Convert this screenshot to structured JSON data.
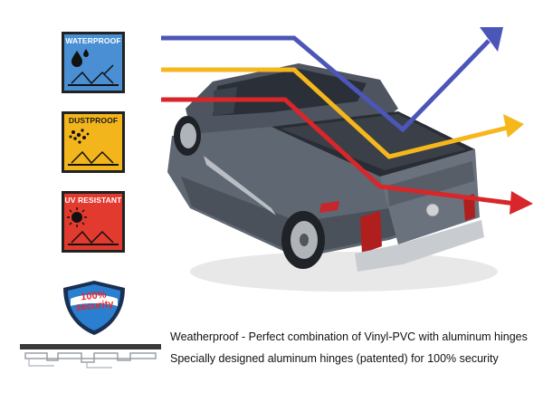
{
  "badges": [
    {
      "label": "WATERPROOF",
      "color": "#4a8fd4",
      "icon": "water-drops-icon"
    },
    {
      "label": "DUSTPROOF",
      "color": "#f2b51c",
      "icon": "dust-particles-icon"
    },
    {
      "label": "UV RESISTANT",
      "color": "#e23a2e",
      "icon": "sun-icon"
    }
  ],
  "shield": {
    "label_line1": "100%",
    "label_line2": "security",
    "color": "#2a7fd0"
  },
  "captions": [
    "Weatherproof - Perfect combination of Vinyl-PVC with aluminum hinges",
    "Specially designed aluminum hinges (patented) for 100% security"
  ],
  "arrow_colors": {
    "blue": "#4b56b8",
    "yellow": "#f5b71c",
    "red": "#d8262a"
  }
}
